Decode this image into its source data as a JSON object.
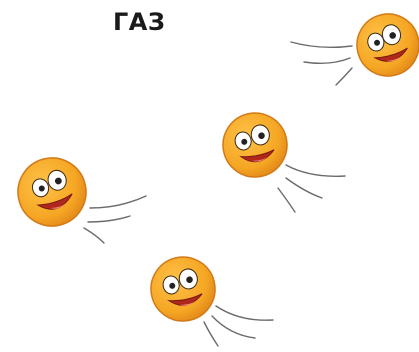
{
  "title": "ГАЗ",
  "colors": {
    "face": "#f5a623",
    "face_shade": "#e0861a",
    "outline": "#c9721b",
    "mouth": "#b0281c",
    "tongue": "#ffffff",
    "motion_lines": "#6b6b6b"
  },
  "particles": [
    {
      "name": "gas-particle-1",
      "icon": "smiley-face-icon"
    },
    {
      "name": "gas-particle-2",
      "icon": "smiley-face-icon"
    },
    {
      "name": "gas-particle-3",
      "icon": "smiley-face-icon"
    },
    {
      "name": "gas-particle-4",
      "icon": "smiley-face-icon"
    }
  ]
}
